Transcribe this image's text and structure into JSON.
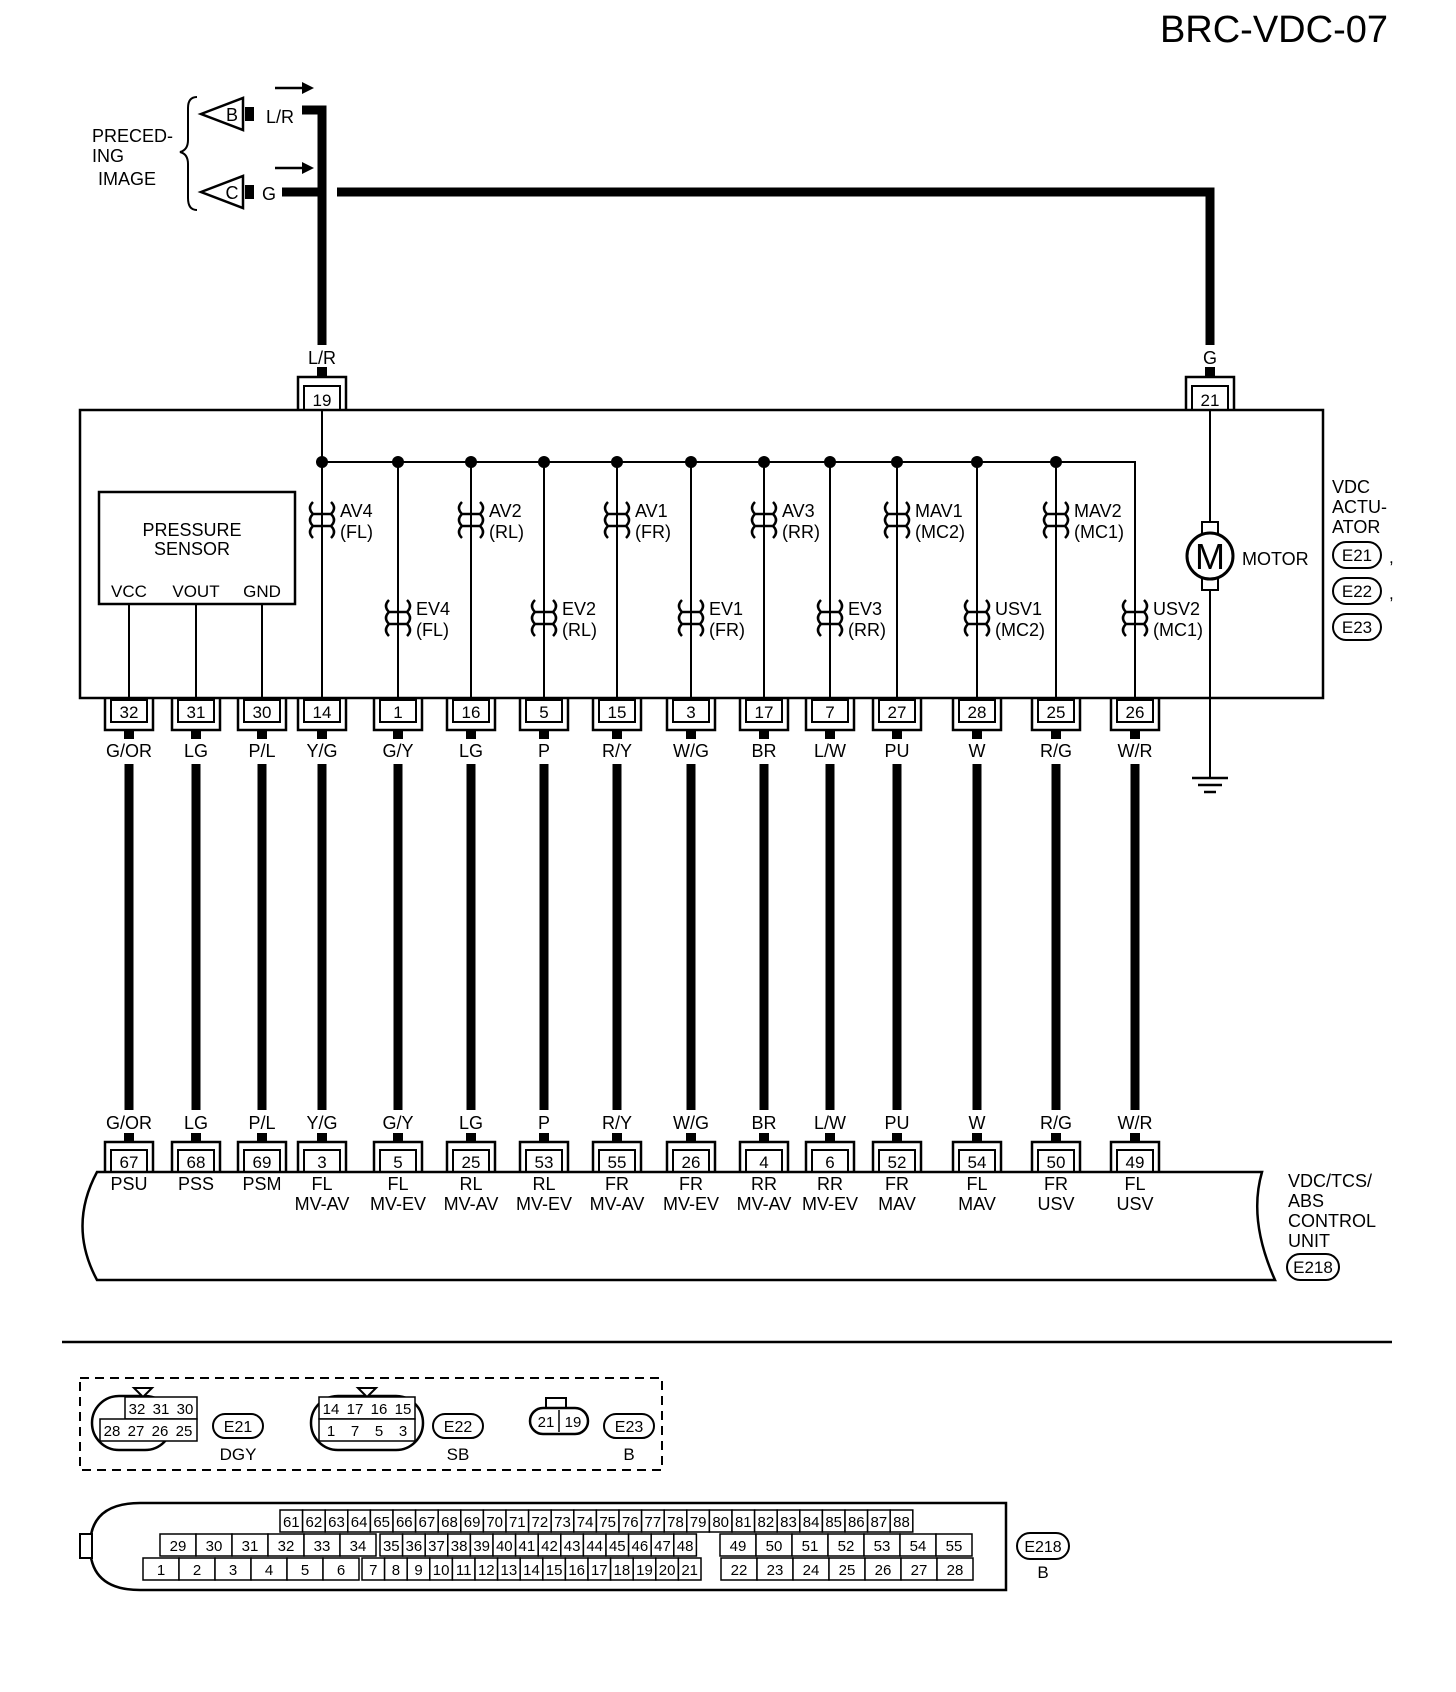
{
  "diagram_id": "BRC-VDC-07",
  "preceding": {
    "label_lines": [
      "PRECED-",
      "ING",
      "IMAGE"
    ],
    "connectors": [
      {
        "letter": "B",
        "wire": "L/R"
      },
      {
        "letter": "C",
        "wire": "G"
      }
    ]
  },
  "actuator": {
    "label_lines": [
      "VDC",
      "ACTU-",
      "ATOR"
    ],
    "connector_refs": [
      "E21",
      "E22",
      "E23"
    ],
    "power_pins": [
      {
        "pin": "19",
        "wire": "L/R"
      },
      {
        "pin": "21",
        "wire": "G"
      }
    ],
    "motor": {
      "symbol": "M",
      "label": "MOTOR"
    },
    "pressure_sensor": {
      "label_lines": [
        "PRESSURE",
        "SENSOR"
      ],
      "terminals": [
        "VCC",
        "VOUT",
        "GND"
      ]
    },
    "valves": [
      {
        "name": "AV4",
        "wheel": "(FL)"
      },
      {
        "name": "EV4",
        "wheel": "(FL)"
      },
      {
        "name": "AV2",
        "wheel": "(RL)"
      },
      {
        "name": "EV2",
        "wheel": "(RL)"
      },
      {
        "name": "AV1",
        "wheel": "(FR)"
      },
      {
        "name": "EV1",
        "wheel": "(FR)"
      },
      {
        "name": "AV3",
        "wheel": "(RR)"
      },
      {
        "name": "EV3",
        "wheel": "(RR)"
      },
      {
        "name": "MAV1",
        "wheel": "(MC2)"
      },
      {
        "name": "MAV2",
        "wheel": "(MC1)"
      },
      {
        "name": "USV1",
        "wheel": "(MC2)"
      },
      {
        "name": "USV2",
        "wheel": "(MC1)"
      }
    ]
  },
  "wires": [
    {
      "act_pin": "32",
      "color": "G/OR",
      "ecu_pin": "67",
      "ecu_label": [
        "PSU"
      ]
    },
    {
      "act_pin": "31",
      "color": "LG",
      "ecu_pin": "68",
      "ecu_label": [
        "PSS"
      ]
    },
    {
      "act_pin": "30",
      "color": "P/L",
      "ecu_pin": "69",
      "ecu_label": [
        "PSM"
      ]
    },
    {
      "act_pin": "14",
      "color": "Y/G",
      "ecu_pin": "3",
      "ecu_label": [
        "FL",
        "MV-AV"
      ]
    },
    {
      "act_pin": "1",
      "color": "G/Y",
      "ecu_pin": "5",
      "ecu_label": [
        "FL",
        "MV-EV"
      ]
    },
    {
      "act_pin": "16",
      "color": "LG",
      "ecu_pin": "25",
      "ecu_label": [
        "RL",
        "MV-AV"
      ]
    },
    {
      "act_pin": "5",
      "color": "P",
      "ecu_pin": "53",
      "ecu_label": [
        "RL",
        "MV-EV"
      ]
    },
    {
      "act_pin": "15",
      "color": "R/Y",
      "ecu_pin": "55",
      "ecu_label": [
        "FR",
        "MV-AV"
      ]
    },
    {
      "act_pin": "3",
      "color": "W/G",
      "ecu_pin": "26",
      "ecu_label": [
        "FR",
        "MV-EV"
      ]
    },
    {
      "act_pin": "17",
      "color": "BR",
      "ecu_pin": "4",
      "ecu_label": [
        "RR",
        "MV-AV"
      ]
    },
    {
      "act_pin": "7",
      "color": "L/W",
      "ecu_pin": "6",
      "ecu_label": [
        "RR",
        "MV-EV"
      ]
    },
    {
      "act_pin": "27",
      "color": "PU",
      "ecu_pin": "52",
      "ecu_label": [
        "FR",
        "MAV"
      ]
    },
    {
      "act_pin": "28",
      "color": "W",
      "ecu_pin": "54",
      "ecu_label": [
        "FL",
        "MAV"
      ]
    },
    {
      "act_pin": "25",
      "color": "R/G",
      "ecu_pin": "50",
      "ecu_label": [
        "FR",
        "USV"
      ]
    },
    {
      "act_pin": "26",
      "color": "W/R",
      "ecu_pin": "49",
      "ecu_label": [
        "FL",
        "USV"
      ]
    }
  ],
  "control_unit": {
    "label_lines": [
      "VDC/TCS/",
      "ABS",
      "CONTROL",
      "UNIT"
    ],
    "connector_ref": "E218"
  },
  "connector_views": {
    "e21": {
      "ref": "E21",
      "color": "DGY",
      "top": [
        "32",
        "31",
        "30"
      ],
      "bottom": [
        "28",
        "27",
        "26",
        "25"
      ]
    },
    "e22": {
      "ref": "E22",
      "color": "SB",
      "top": [
        "14",
        "17",
        "16",
        "15"
      ],
      "bottom": [
        "1",
        "7",
        "5",
        "3"
      ]
    },
    "e23": {
      "ref": "E23",
      "color": "B",
      "pins": [
        "21",
        "19"
      ]
    },
    "e218": {
      "ref": "E218",
      "color": "B",
      "row_top": [
        "61",
        "62",
        "63",
        "64",
        "65",
        "66",
        "67",
        "68",
        "69",
        "70",
        "71",
        "72",
        "73",
        "74",
        "75",
        "76",
        "77",
        "78",
        "79",
        "80",
        "81",
        "82",
        "83",
        "84",
        "85",
        "86",
        "87",
        "88"
      ],
      "row_mid_a": [
        "29",
        "30",
        "31",
        "32",
        "33",
        "34"
      ],
      "row_mid_b": [
        "35",
        "36",
        "37",
        "38",
        "39",
        "40",
        "41",
        "42",
        "43",
        "44",
        "45",
        "46",
        "47",
        "48"
      ],
      "row_mid_c": [
        "49",
        "50",
        "51",
        "52",
        "53",
        "54",
        "55"
      ],
      "row_bot_a": [
        "1",
        "2",
        "3",
        "4",
        "5",
        "6"
      ],
      "row_bot_b": [
        "7",
        "8",
        "9",
        "10",
        "11",
        "12",
        "13",
        "14",
        "15",
        "16",
        "17",
        "18",
        "19",
        "20",
        "21"
      ],
      "row_bot_c": [
        "22",
        "23",
        "24",
        "25",
        "26",
        "27",
        "28"
      ]
    }
  }
}
